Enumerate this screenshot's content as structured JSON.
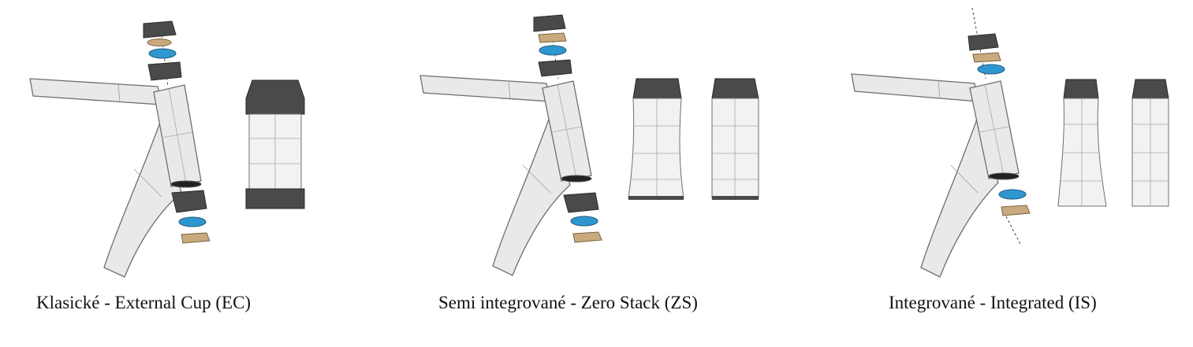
{
  "captions": {
    "ec": "Klasické - External Cup (EC)",
    "zs": "Semi integrované - Zero Stack (ZS)",
    "is": "Integrované - Integrated (IS)"
  },
  "colors": {
    "frame_fill": "#e8e9eb",
    "frame_stroke": "#6f6f6f",
    "cup_dark": "#4a4a4c",
    "bearing_blue": "#2f97cf",
    "washer_tan": "#c9a97e",
    "background": "#ffffff"
  },
  "icons": [
    "headset-stack-icon",
    "head-tube-icon",
    "bearing-icon"
  ]
}
